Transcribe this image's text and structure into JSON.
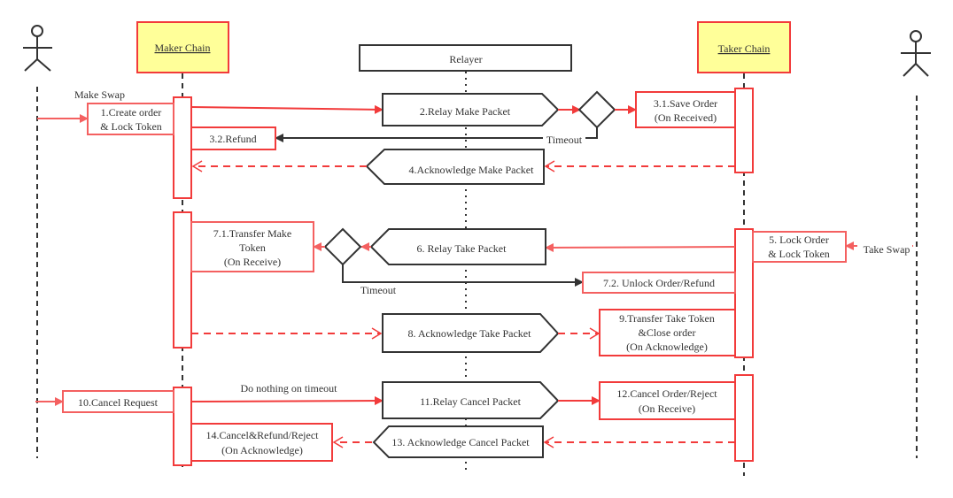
{
  "colors": {
    "red": "#f23b3b",
    "red_soft": "#f46060",
    "dark": "#333333",
    "header_fill": "#ffff99"
  },
  "participants": {
    "maker_user": {
      "icon": "actor-icon"
    },
    "maker_chain": {
      "label": "Maker Chain"
    },
    "relayer": {
      "label": "Relayer"
    },
    "taker_chain": {
      "label": "Taker Chain"
    },
    "taker_user": {
      "icon": "actor-icon"
    }
  },
  "messages": {
    "make_swap": "Make Swap",
    "take_swap": "Take Swap",
    "timeout_1": "Timeout",
    "timeout_2": "Timeout",
    "do_nothing": "Do nothing on timeout"
  },
  "steps": {
    "s1": [
      "1.Create order",
      "& Lock Token"
    ],
    "s2": "2.Relay Make Packet",
    "s31": [
      "3.1.Save Order",
      "(On Received)"
    ],
    "s32": "3.2.Refund",
    "s4": "4.Acknowledge Make Packet",
    "s5": [
      "5. Lock Order",
      "& Lock Token"
    ],
    "s6": "6. Relay Take Packet",
    "s71": [
      "7.1.Transfer Make",
      "Token",
      "(On Receive)"
    ],
    "s72": "7.2. Unlock Order/Refund",
    "s8": "8. Acknowledge Take Packet",
    "s9": [
      "9.Transfer Take Token",
      "&Close order",
      "(On Acknowledge)"
    ],
    "s10": "10.Cancel Request",
    "s11": "11.Relay Cancel Packet",
    "s12": [
      "12.Cancel Order/Reject",
      "(On Receive)"
    ],
    "s13": "13. Acknowledge Cancel Packet",
    "s14": [
      "14.Cancel&Refund/Reject",
      "(On Acknowledge)"
    ]
  }
}
